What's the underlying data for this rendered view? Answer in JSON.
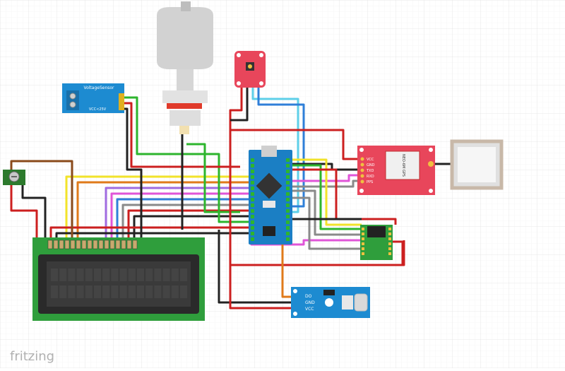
{
  "app": {
    "watermark": "fritzing"
  },
  "voltage_sensor": {
    "title": "VoltageSensor",
    "label": "VCC<25V"
  },
  "lcd": {
    "pin_count": 16
  },
  "gps": {
    "side_text": "NEO-6M GPS",
    "pins": [
      "VCC",
      "GND",
      "TXD",
      "RXD",
      "PPS"
    ]
  },
  "vibration_sensor": {
    "pins": [
      "DO",
      "GND",
      "VCC"
    ]
  },
  "colors": {
    "red": "#cc1f1f",
    "black": "#222222",
    "green": "#2db52d",
    "blue": "#2f7fd8",
    "yellow": "#f2e32a",
    "orange": "#e07a1a",
    "purple": "#a06be0",
    "magenta": "#e055d8",
    "grey": "#8a8a8a",
    "cyan": "#5ecfe8",
    "brown": "#8a4a1a",
    "pcb_blue": "#1d8bd1",
    "pcb_red": "#e8465b",
    "lcd_green": "#2f9e3c",
    "arduino_blue": "#1b7fc4"
  }
}
